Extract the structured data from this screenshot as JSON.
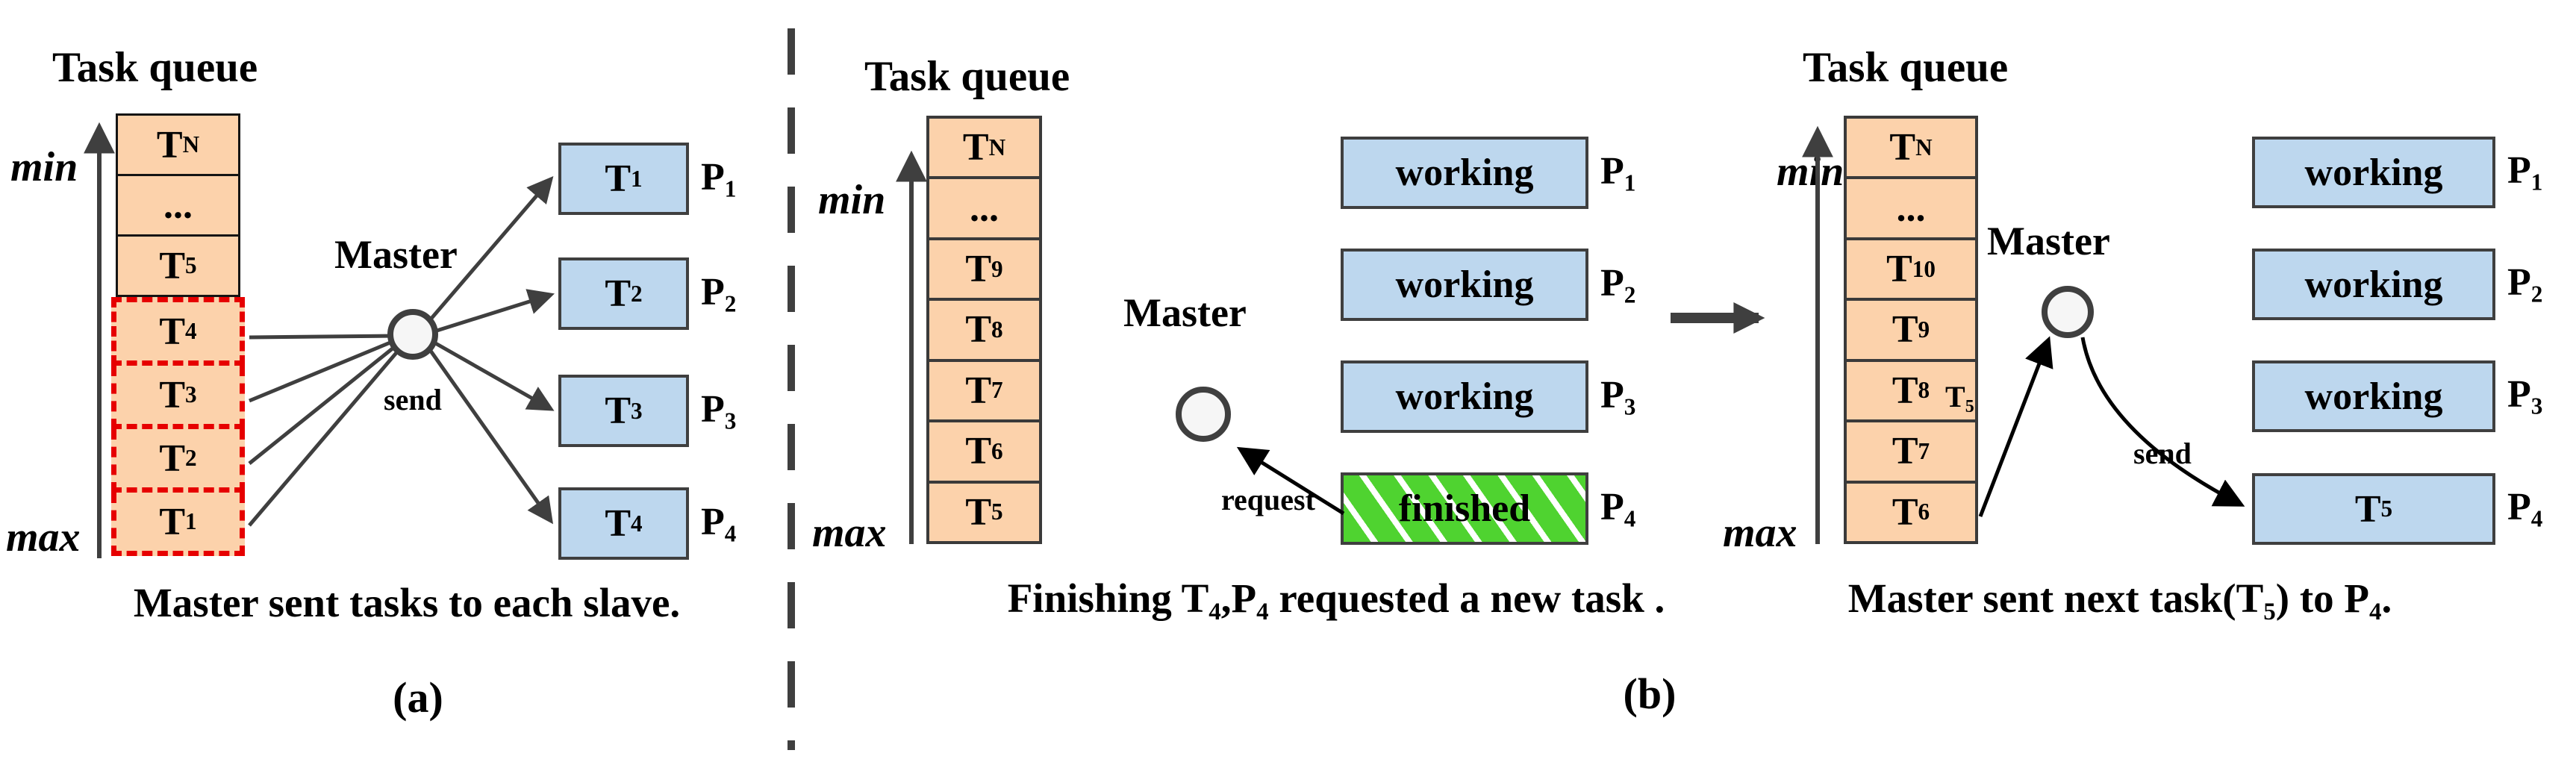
{
  "colors": {
    "queue_cell_fill": "#fcd2ab",
    "task_box_blue": "#bdd7ee",
    "finished_green": "#4fd330",
    "line_gray": "#3f3f3f",
    "highlight_red": "#e60000",
    "background": "#ffffff"
  },
  "panel_a": {
    "title": "Task queue",
    "min": "min",
    "max": "max",
    "master": "Master",
    "send": "send",
    "queue": [
      {
        "main": "T",
        "sub": "N",
        "highlighted": false
      },
      {
        "main": "...",
        "sub": "",
        "highlighted": false
      },
      {
        "main": "T",
        "sub": "5",
        "highlighted": false
      },
      {
        "main": "T",
        "sub": "4",
        "highlighted": true
      },
      {
        "main": "T",
        "sub": "3",
        "highlighted": true
      },
      {
        "main": "T",
        "sub": "2",
        "highlighted": true
      },
      {
        "main": "T",
        "sub": "1",
        "highlighted": true
      }
    ],
    "slaves": [
      {
        "task": "T",
        "task_sub": "1",
        "proc": "P",
        "proc_sub": "1"
      },
      {
        "task": "T",
        "task_sub": "2",
        "proc": "P",
        "proc_sub": "2"
      },
      {
        "task": "T",
        "task_sub": "3",
        "proc": "P",
        "proc_sub": "3"
      },
      {
        "task": "T",
        "task_sub": "4",
        "proc": "P",
        "proc_sub": "4"
      }
    ],
    "caption": [
      {
        "t": "Master sent tasks to each slave.",
        "sub": false
      }
    ],
    "label": "(a)"
  },
  "panel_b": {
    "label": "(b)",
    "left": {
      "title": "Task queue",
      "min": "min",
      "max": "max",
      "master": "Master",
      "request": "request",
      "queue": [
        {
          "main": "T",
          "sub": "N"
        },
        {
          "main": "...",
          "sub": ""
        },
        {
          "main": "T",
          "sub": "9"
        },
        {
          "main": "T",
          "sub": "8"
        },
        {
          "main": "T",
          "sub": "7"
        },
        {
          "main": "T",
          "sub": "6"
        },
        {
          "main": "T",
          "sub": "5"
        }
      ],
      "slaves": [
        {
          "status": "working",
          "status_sub": "",
          "state": "working",
          "proc": "P",
          "proc_sub": "1"
        },
        {
          "status": "working",
          "status_sub": "",
          "state": "working",
          "proc": "P",
          "proc_sub": "2"
        },
        {
          "status": "working",
          "status_sub": "",
          "state": "working",
          "proc": "P",
          "proc_sub": "3"
        },
        {
          "status": "finished",
          "status_sub": "",
          "state": "finished",
          "proc": "P",
          "proc_sub": "4"
        }
      ],
      "caption": [
        {
          "t": "Finishing T",
          "sub": false
        },
        {
          "t": "4",
          "sub": true
        },
        {
          "t": ",P",
          "sub": false
        },
        {
          "t": "4",
          "sub": true
        },
        {
          "t": " requested a new task .",
          "sub": false
        }
      ]
    },
    "right": {
      "title": "Task queue",
      "min": "min",
      "max": "max",
      "master": "Master",
      "send": "send",
      "t5_label": {
        "main": "T",
        "sub": "5"
      },
      "queue": [
        {
          "main": "T",
          "sub": "N"
        },
        {
          "main": "...",
          "sub": ""
        },
        {
          "main": "T",
          "sub": "10"
        },
        {
          "main": "T",
          "sub": "9"
        },
        {
          "main": "T",
          "sub": "8"
        },
        {
          "main": "T",
          "sub": "7"
        },
        {
          "main": "T",
          "sub": "6"
        }
      ],
      "slaves": [
        {
          "status": "working",
          "status_sub": "",
          "state": "working",
          "proc": "P",
          "proc_sub": "1"
        },
        {
          "status": "working",
          "status_sub": "",
          "state": "working",
          "proc": "P",
          "proc_sub": "2"
        },
        {
          "status": "working",
          "status_sub": "",
          "state": "working",
          "proc": "P",
          "proc_sub": "3"
        },
        {
          "status": "T",
          "status_sub": "5",
          "state": "assigned",
          "proc": "P",
          "proc_sub": "4"
        }
      ],
      "caption": [
        {
          "t": "Master sent next task(T",
          "sub": false
        },
        {
          "t": "5",
          "sub": true
        },
        {
          "t": ") to P",
          "sub": false
        },
        {
          "t": "4",
          "sub": true
        },
        {
          "t": ".",
          "sub": false
        }
      ]
    }
  }
}
